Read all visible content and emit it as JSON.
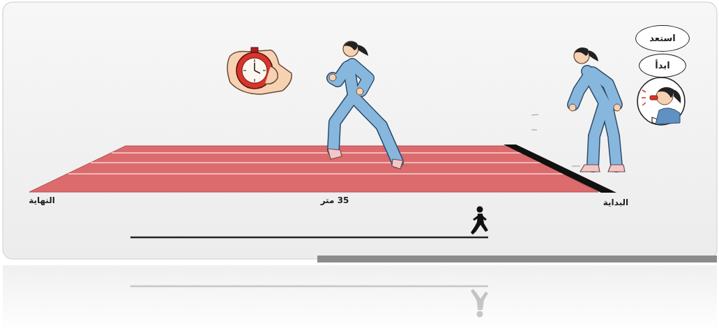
{
  "diagram": {
    "nodes": [
      {
        "text": [
          "استعد"
        ]
      },
      {
        "text": [
          "ابدأ"
        ]
      }
    ],
    "labels": [
      "النهاية",
      "35 متر",
      "البداية"
    ]
  }
}
